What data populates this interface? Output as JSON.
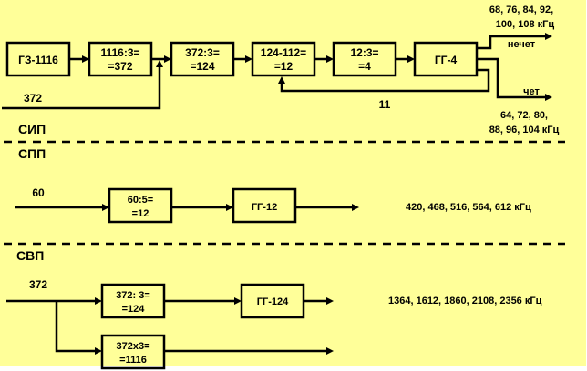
{
  "sections": {
    "sip": {
      "label": "СИП",
      "input_label": "372",
      "feedback_label": "11",
      "blocks": [
        {
          "line1": "ГЗ-1116",
          "line2": ""
        },
        {
          "line1": "1116:3=",
          "line2": "=372"
        },
        {
          "line1": "372:3=",
          "line2": "=124"
        },
        {
          "line1": "124-112=",
          "line2": "=12"
        },
        {
          "line1": "12:3=",
          "line2": "=4"
        },
        {
          "line1": "ГГ-4",
          "line2": ""
        }
      ],
      "outputs": {
        "odd_label": "нечет",
        "odd_freqs_line1": "68, 76, 84, 92,",
        "odd_freqs_line2": "100, 108 кГц",
        "even_label": "чет",
        "even_freqs_line1": "64, 72, 80,",
        "even_freqs_line2": "88, 96, 104 кГц"
      }
    },
    "spp": {
      "label": "СПП",
      "input_label": "60",
      "blocks": [
        {
          "line1": "60:5=",
          "line2": "=12"
        },
        {
          "line1": "ГГ-12",
          "line2": ""
        }
      ],
      "output_freqs": "420, 468, 516, 564, 612 кГц"
    },
    "svp": {
      "label": "СВП",
      "input_label": "372",
      "blocks": [
        {
          "line1": "372: 3=",
          "line2": "=124"
        },
        {
          "line1": "ГГ-124",
          "line2": ""
        },
        {
          "line1": "372х3=",
          "line2": "=1116"
        }
      ],
      "output_freqs": "1364, 1612, 1860, 2108, 2356 кГц"
    }
  }
}
